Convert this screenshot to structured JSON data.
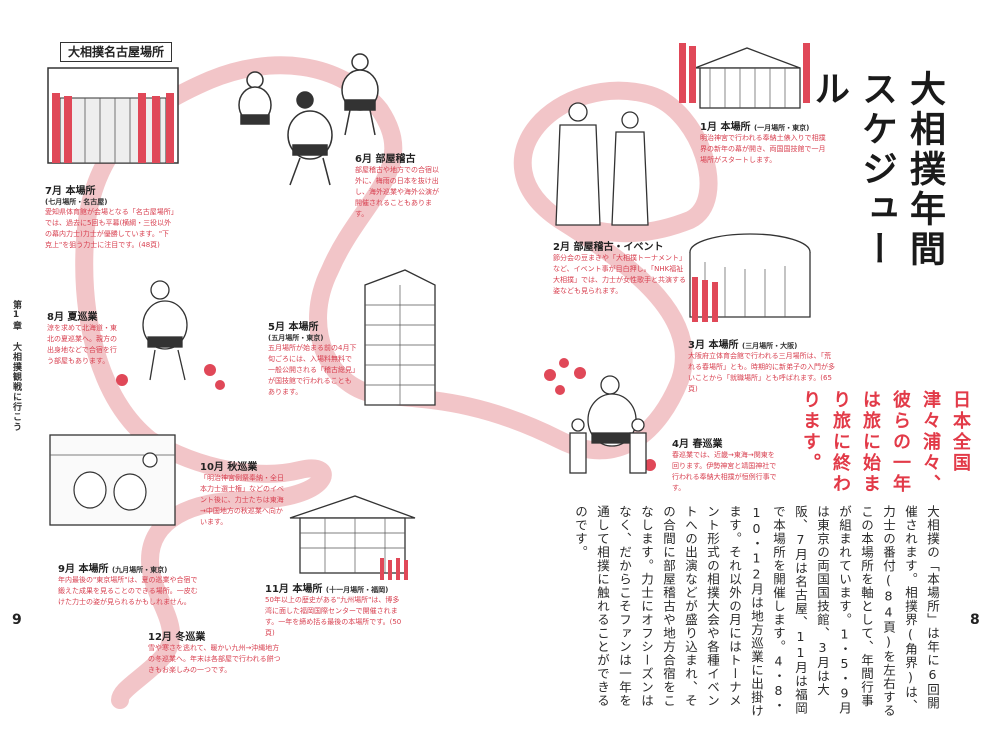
{
  "title": "大相撲年間スケジュール",
  "catch_copy": "日本全国津々浦々、彼らの一年は旅に始まり旅に終わります。",
  "chapter": "第1章 大相撲観戦に行こう",
  "page_left": "9",
  "page_right": "8",
  "banner": "大相撲名古屋場所",
  "body_text": "大相撲の「本場所」は年に6回開催されます。相撲界(角界)は、力士の番付(84頁)を左右するこの本場所を軸として、年間行事が組まれています。1・5・9月は東京の両国国技館、3月は大阪、7月は名古屋、11月は福岡で本場所を開催します。4・8・10・12月は地方巡業に出掛けます。それ以外の月にはトーナメント形式の相撲大会や各種イベントへの出演などが盛り込まれ、その合間に部屋稽古や地方合宿をこなします。力士にオフシーズンはなく、だからこそファンは一年を通して相撲に触れることができるのです。",
  "months": [
    {
      "id": "jan",
      "head": "1月 本場所",
      "sub": "(一月場所・東京)",
      "text": "明治神宮で行われる奉納土俵入りで相撲界の新年の幕が開き、両国国技館で一月場所がスタートします。"
    },
    {
      "id": "feb",
      "head": "2月 部屋稽古・イベント",
      "sub": "",
      "text": "節分会の豆まきや「大相撲トーナメント」など、イベント事が目白押し。「NHK福祉大相撲」では、力士が女性歌手と共演する姿なども見られます。"
    },
    {
      "id": "mar",
      "head": "3月 本場所",
      "sub": "(三月場所・大阪)",
      "text": "大阪府立体育会館で行われる三月場所は、「荒れる春場所」とも。時期的に新弟子の入門が多いことから「就職場所」とも呼ばれます。(65頁)"
    },
    {
      "id": "apr",
      "head": "4月 春巡業",
      "sub": "",
      "text": "春巡業では、近畿→東海→関東を回ります。伊勢神宮と靖国神社で行われる奉納大相撲が恒例行事です。"
    },
    {
      "id": "may",
      "head": "5月 本場所",
      "sub": "(五月場所・東京)",
      "text": "五月場所が始まる前の4月下旬ごろには、入場料無料で一般公開される「稽古総見」が国技館で行われることもあります。"
    },
    {
      "id": "jun",
      "head": "6月 部屋稽古",
      "sub": "",
      "text": "部屋稽古や地方での合宿以外に、梅雨の日本を抜け出し、海外巡業や海外公演が開催されることもあります。"
    },
    {
      "id": "jul",
      "head": "7月 本場所",
      "sub": "(七月場所・名古屋)",
      "text": "愛知県体育館が会場となる「名古屋場所」では、過去に5回も平幕(横綱・三役以外の幕内力士)力士が優勝しています。\"下克上\"を狙う力士に注目です。(48頁)"
    },
    {
      "id": "aug",
      "head": "8月 夏巡業",
      "sub": "",
      "text": "涼を求めて北海道・東北の夏巡業へ。親方の出身地などで合宿を行う部屋もあります。"
    },
    {
      "id": "sep",
      "head": "9月 本場所",
      "sub": "(九月場所・東京)",
      "text": "年内最後の\"東京場所\"は、夏の巡業や合宿で鍛えた成果を見ることのできる場所。一皮むけた力士の姿が見られるかもしれません。"
    },
    {
      "id": "oct",
      "head": "10月 秋巡業",
      "sub": "",
      "text": "「明治神宮例祭奉納・全日本力士選士権」などのイベント後に、力士たちは東海→中国地方の秋巡業へ向かいます。"
    },
    {
      "id": "nov",
      "head": "11月 本場所",
      "sub": "(十一月場所・福岡)",
      "text": "50年以上の歴史がある\"九州場所\"は、博多湾に面した福岡国際センターで開催されます。一年を締め括る最後の本場所です。(50頁)"
    },
    {
      "id": "dec",
      "head": "12月 冬巡業",
      "sub": "",
      "text": "雪や寒さを逃れて、暖かい九州→沖縄地方の冬巡業へ。年末は各部屋で行われる餅つきもお楽しみの一つです。"
    }
  ],
  "colors": {
    "route": "#f2c5c8",
    "accent": "#e23a48",
    "note_text": "#d84050",
    "ink": "#2a2a2a"
  }
}
